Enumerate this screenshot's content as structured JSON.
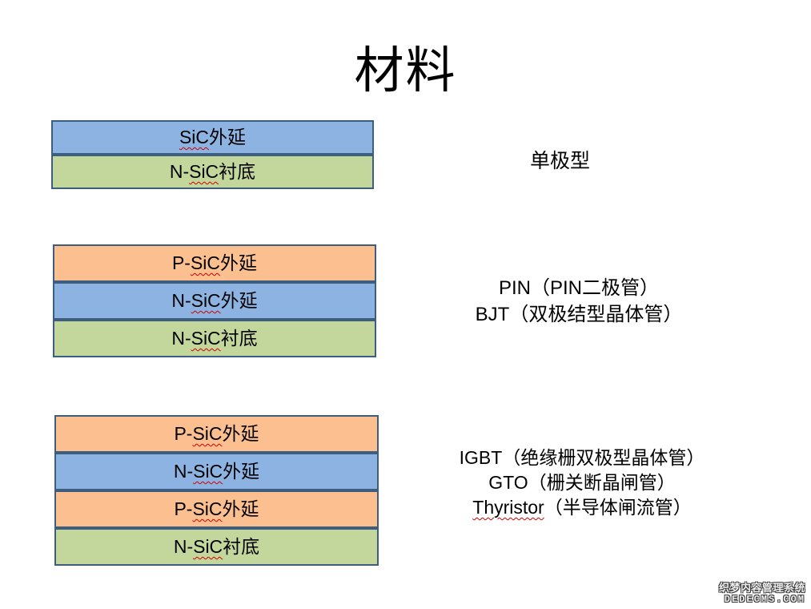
{
  "title": "材料",
  "colors": {
    "background": "#ffffff",
    "layer_blue": "#8db3e2",
    "layer_green": "#c3d69b",
    "layer_orange": "#fbbf90",
    "layer_border": "#3e5e80",
    "spellcheck_underline": "#d00000",
    "text": "#000000"
  },
  "stacks": [
    {
      "layers": [
        {
          "fill": "blue",
          "latin_plain": "",
          "latin_mark": "SiC",
          "cjk": "外延"
        },
        {
          "fill": "green",
          "latin_plain": "N-",
          "latin_mark": "SiC",
          "cjk": "衬底"
        }
      ]
    },
    {
      "layers": [
        {
          "fill": "orange",
          "latin_plain": "P-",
          "latin_mark": "SiC",
          "cjk": "外延"
        },
        {
          "fill": "blue",
          "latin_plain": "N-",
          "latin_mark": "SiC",
          "cjk": "外延"
        },
        {
          "fill": "green",
          "latin_plain": "N-",
          "latin_mark": "SiC",
          "cjk": "衬底"
        }
      ]
    },
    {
      "layers": [
        {
          "fill": "orange",
          "latin_plain": "P-",
          "latin_mark": "SiC",
          "cjk": "外延"
        },
        {
          "fill": "blue",
          "latin_plain": "N-",
          "latin_mark": "SiC",
          "cjk": "外延"
        },
        {
          "fill": "orange",
          "latin_plain": "P-",
          "latin_mark": "SiC",
          "cjk": "外延"
        },
        {
          "fill": "green",
          "latin_plain": "N-",
          "latin_mark": "SiC",
          "cjk": "衬底"
        }
      ]
    }
  ],
  "annotations": {
    "unipolar": {
      "text": "单极型"
    },
    "bipolar2": {
      "line1": "PIN（PIN二极管）",
      "line2": "BJT（双极结型晶体管）"
    },
    "bipolar3": {
      "line1": "IGBT（绝缘栅双极型晶体管）",
      "line2": "GTO（栅关断晶闸管）",
      "line3_latin": "Thyristor",
      "line3_rest": "（半导体闸流管）"
    }
  },
  "watermark": {
    "line1": "织梦内容管理系统",
    "line2": "DEDECMS.COM"
  }
}
